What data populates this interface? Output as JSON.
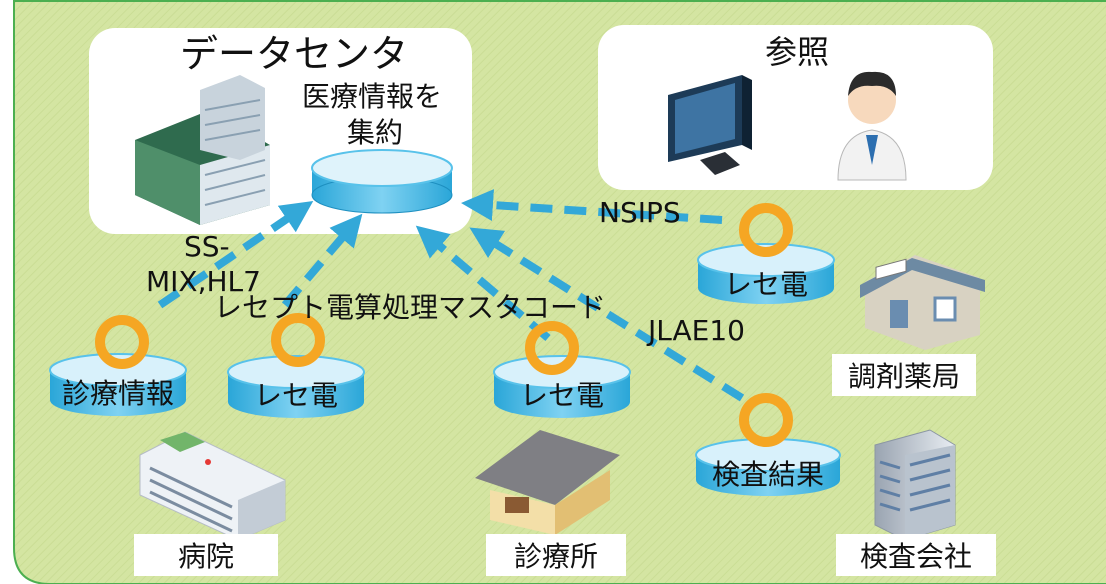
{
  "data_center": {
    "title": "データセンタ",
    "db_caption_line1": "医療情報を",
    "db_caption_line2": "集約"
  },
  "reference": {
    "title": "参照"
  },
  "arrows": {
    "ssmix_line1": "SS-",
    "ssmix_line2": "MIX,HL7",
    "receipt_master": "レセプト電算処理マスタコード",
    "jlac10": "JLAE10",
    "nsips": "NSIPS"
  },
  "nodes": {
    "hospital_db": "診療情報",
    "hospital_receipt_db": "レセ電",
    "clinic_db": "レセ電",
    "pharmacy_db": "レセ電",
    "lab_db": "検査結果"
  },
  "places": {
    "hospital": "病院",
    "clinic": "診療所",
    "pharmacy": "調剤薬局",
    "lab_company": "検査会社"
  },
  "colors": {
    "background": "#d6e6a6",
    "border": "#4caf50",
    "arrow": "#33a8d8",
    "ring": "#f5a623",
    "cylinder_top": "#d8f1fb",
    "cylinder_body": "#58c2ea"
  }
}
